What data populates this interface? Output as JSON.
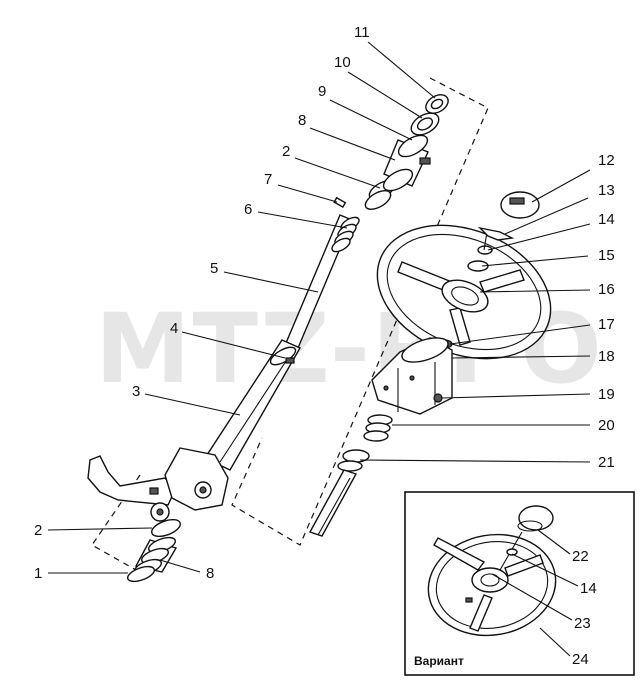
{
  "watermark": "MTZ-RPO",
  "variant_caption": "Вариант",
  "labels": {
    "l1": "1",
    "l2a": "2",
    "l2b": "2",
    "l3": "3",
    "l4": "4",
    "l5": "5",
    "l6": "6",
    "l7": "7",
    "l8a": "8",
    "l8b": "8",
    "l9": "9",
    "l10": "10",
    "l11": "11",
    "l12": "12",
    "l13": "13",
    "l14a": "14",
    "l14b": "14",
    "l15": "15",
    "l16": "16",
    "l17": "17",
    "l18": "18",
    "l19": "19",
    "l20": "20",
    "l21": "21",
    "l22": "22",
    "l23": "23",
    "l24": "24"
  }
}
